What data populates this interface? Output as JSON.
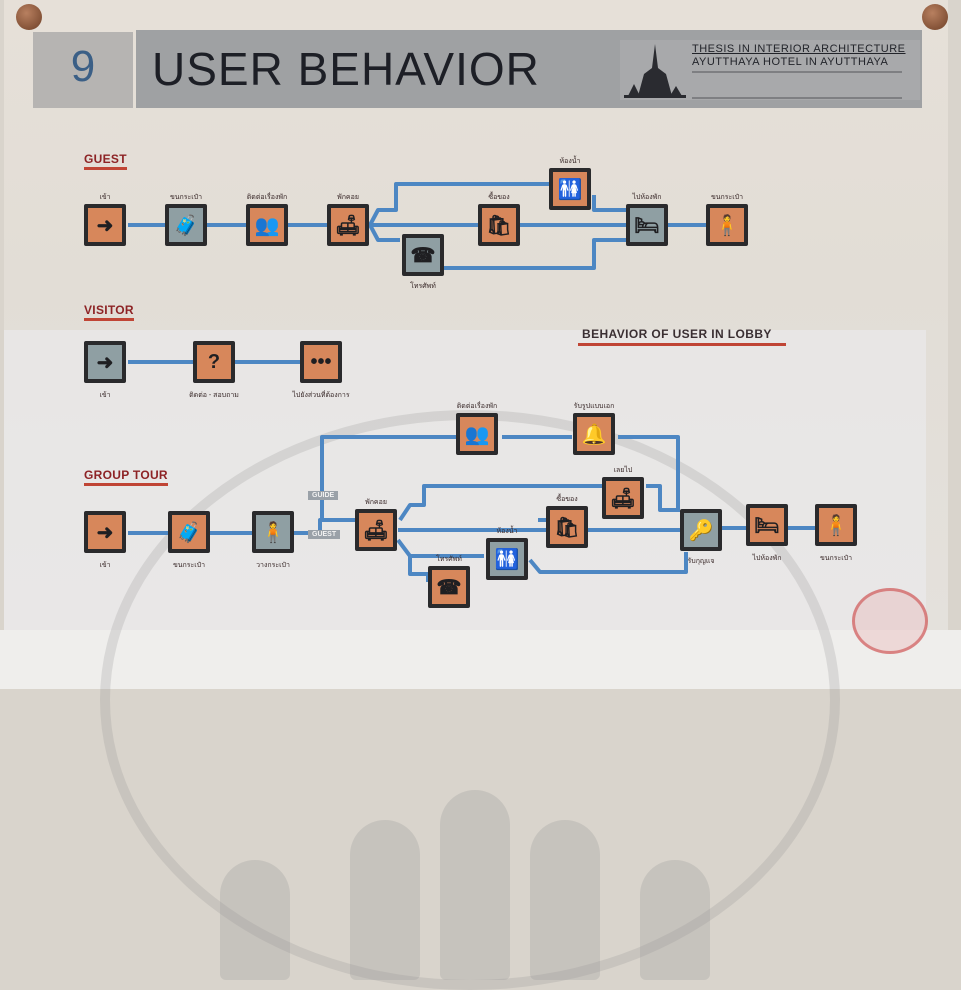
{
  "header": {
    "number": "9",
    "title": "USER BEHAVIOR",
    "thesis_line1": "THESIS IN INTERIOR ARCHITECTURE",
    "thesis_line2": "AYUTTHAYA HOTEL IN AYUTTHAYA"
  },
  "sections": {
    "guest": "GUEST",
    "visitor": "VISITOR",
    "group_tour": "GROUP TOUR",
    "lobby": "BEHAVIOR OF USER IN LOBBY"
  },
  "tags": {
    "guide": "GUIDE",
    "guest": "GUEST"
  },
  "guest_nodes": [
    {
      "id": "g1",
      "caption": "เข้า",
      "icon": "arrow-right-icon",
      "glyph": "➜",
      "grey": false
    },
    {
      "id": "g2",
      "caption": "ขนกระเป๋า",
      "icon": "luggage-cart-icon",
      "glyph": "🧳",
      "grey": true
    },
    {
      "id": "g3",
      "caption": "ติดต่อเรื่องพัก",
      "icon": "reception-icon",
      "glyph": "👥",
      "grey": false
    },
    {
      "id": "g4",
      "caption": "พักคอย",
      "icon": "seating-icon",
      "glyph": "🛋",
      "grey": false
    },
    {
      "id": "g5",
      "caption": "โทรศัพท์",
      "icon": "telephone-icon",
      "glyph": "☎",
      "grey": true
    },
    {
      "id": "g6",
      "caption": "ซื้อของ",
      "icon": "shopping-icon",
      "glyph": "🛍",
      "grey": false
    },
    {
      "id": "g7",
      "caption": "ห้องน้ำ",
      "icon": "restroom-icon",
      "glyph": "🚻",
      "grey": false
    },
    {
      "id": "g8",
      "caption": "ไปห้องพัก",
      "icon": "bed-icon",
      "glyph": "🛏",
      "grey": true
    },
    {
      "id": "g9",
      "caption": "ขนกระเป๋า",
      "icon": "porter-icon",
      "glyph": "🧍",
      "grey": false
    }
  ],
  "visitor_nodes": [
    {
      "id": "v1",
      "caption": "เข้า",
      "icon": "arrow-right-icon",
      "glyph": "➜",
      "grey": true
    },
    {
      "id": "v2",
      "caption": "ติดต่อ - สอบถาม",
      "icon": "question-icon",
      "glyph": "?",
      "grey": false
    },
    {
      "id": "v3",
      "caption": "ไปยังส่วนที่ต้องการ",
      "icon": "ellipsis-icon",
      "glyph": "•••",
      "grey": false
    }
  ],
  "group_nodes": [
    {
      "id": "t1",
      "caption": "เข้า",
      "icon": "arrow-right-icon",
      "glyph": "➜",
      "grey": false
    },
    {
      "id": "t2",
      "caption": "ขนกระเป๋า",
      "icon": "luggage-cart-icon",
      "glyph": "🧳",
      "grey": false
    },
    {
      "id": "t3",
      "caption": "วางกระเป๋า",
      "icon": "drop-luggage-icon",
      "glyph": "🧍",
      "grey": true
    },
    {
      "id": "t4",
      "caption": "ติดต่อเรื่องพัก",
      "icon": "reception-icon",
      "glyph": "👥",
      "grey": false
    },
    {
      "id": "t5",
      "caption": "รับรูปแบบเอก",
      "icon": "bell-icon",
      "glyph": "🔔",
      "grey": false
    },
    {
      "id": "t6",
      "caption": "พักคอย",
      "icon": "seating-icon",
      "glyph": "🛋",
      "grey": false
    },
    {
      "id": "t7",
      "caption": "เลยไป",
      "icon": "sofa-icon",
      "glyph": "🛋",
      "grey": false
    },
    {
      "id": "t8",
      "caption": "ซื้อของ",
      "icon": "shopping-icon",
      "glyph": "🛍",
      "grey": false
    },
    {
      "id": "t9",
      "caption": "ห้องน้ำ",
      "icon": "restroom-icon",
      "glyph": "🚻",
      "grey": true
    },
    {
      "id": "t10",
      "caption": "โทรศัพท์",
      "icon": "telephone-icon",
      "glyph": "☎",
      "grey": false
    },
    {
      "id": "t11",
      "caption": "รับกุญแจ",
      "icon": "key-icon",
      "glyph": "🔑",
      "grey": true
    },
    {
      "id": "t12",
      "caption": "ไปห้องพัก",
      "icon": "bed-icon",
      "glyph": "🛏",
      "grey": false
    },
    {
      "id": "t13",
      "caption": "ขนกระเป๋า",
      "icon": "porter-icon",
      "glyph": "🧍",
      "grey": false
    }
  ]
}
